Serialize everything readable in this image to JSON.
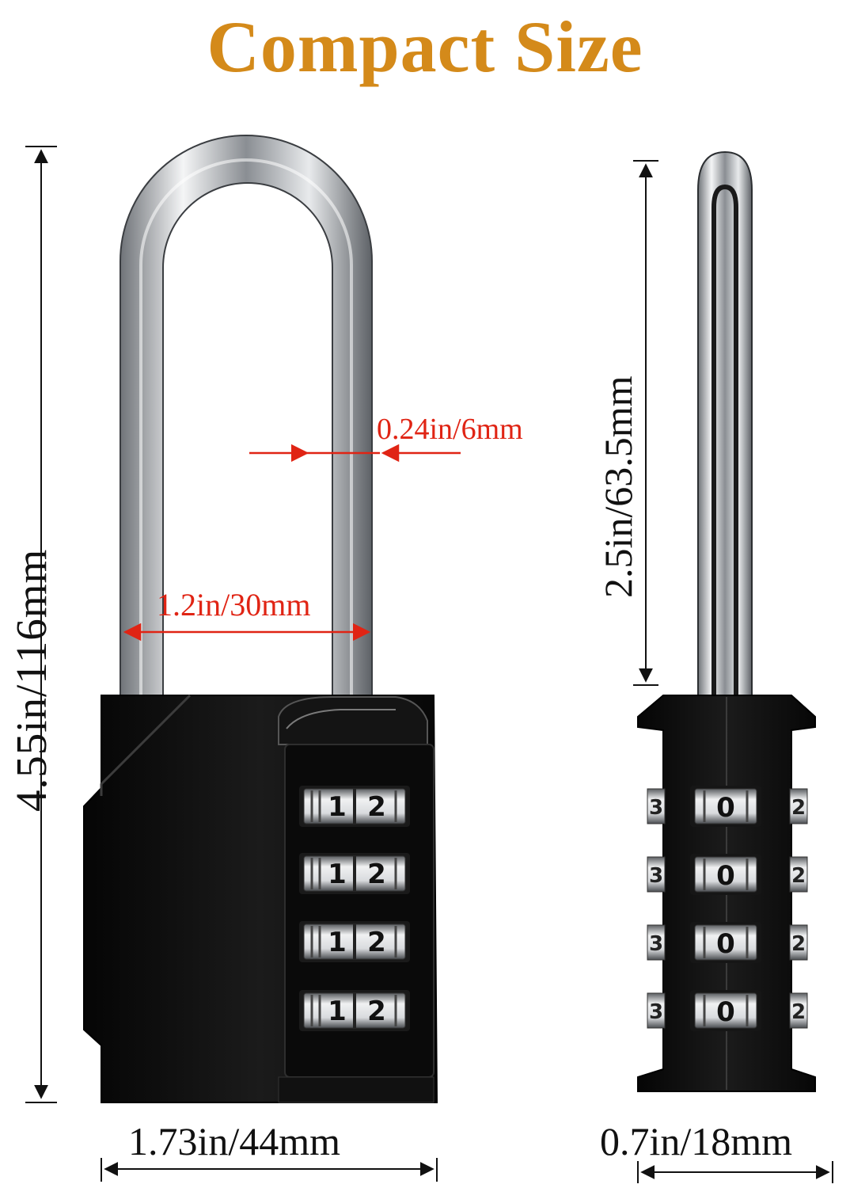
{
  "title": "Compact Size",
  "colors": {
    "title": "#d48a1a",
    "dimension_red": "#e02414",
    "lock_body": "#0c0c0c",
    "shackle": "#c9ccd0"
  },
  "dimensions": {
    "total_height": "4.55in/116mm",
    "shackle_inner_width": "1.2in/30mm",
    "shackle_thickness": "0.24in/6mm",
    "shackle_clearance": "2.5in/63.5mm",
    "body_width": "1.73in/44mm",
    "body_depth": "0.7in/18mm"
  },
  "front_dials": [
    {
      "left": "1",
      "right": "2"
    },
    {
      "left": "1",
      "right": "2"
    },
    {
      "left": "1",
      "right": "2"
    },
    {
      "left": "1",
      "right": "2"
    }
  ],
  "side_dials": [
    {
      "center": "0",
      "left": "3",
      "right": "2"
    },
    {
      "center": "0",
      "left": "3",
      "right": "2"
    },
    {
      "center": "0",
      "left": "3",
      "right": "2"
    },
    {
      "center": "0",
      "left": "3",
      "right": "2"
    }
  ]
}
